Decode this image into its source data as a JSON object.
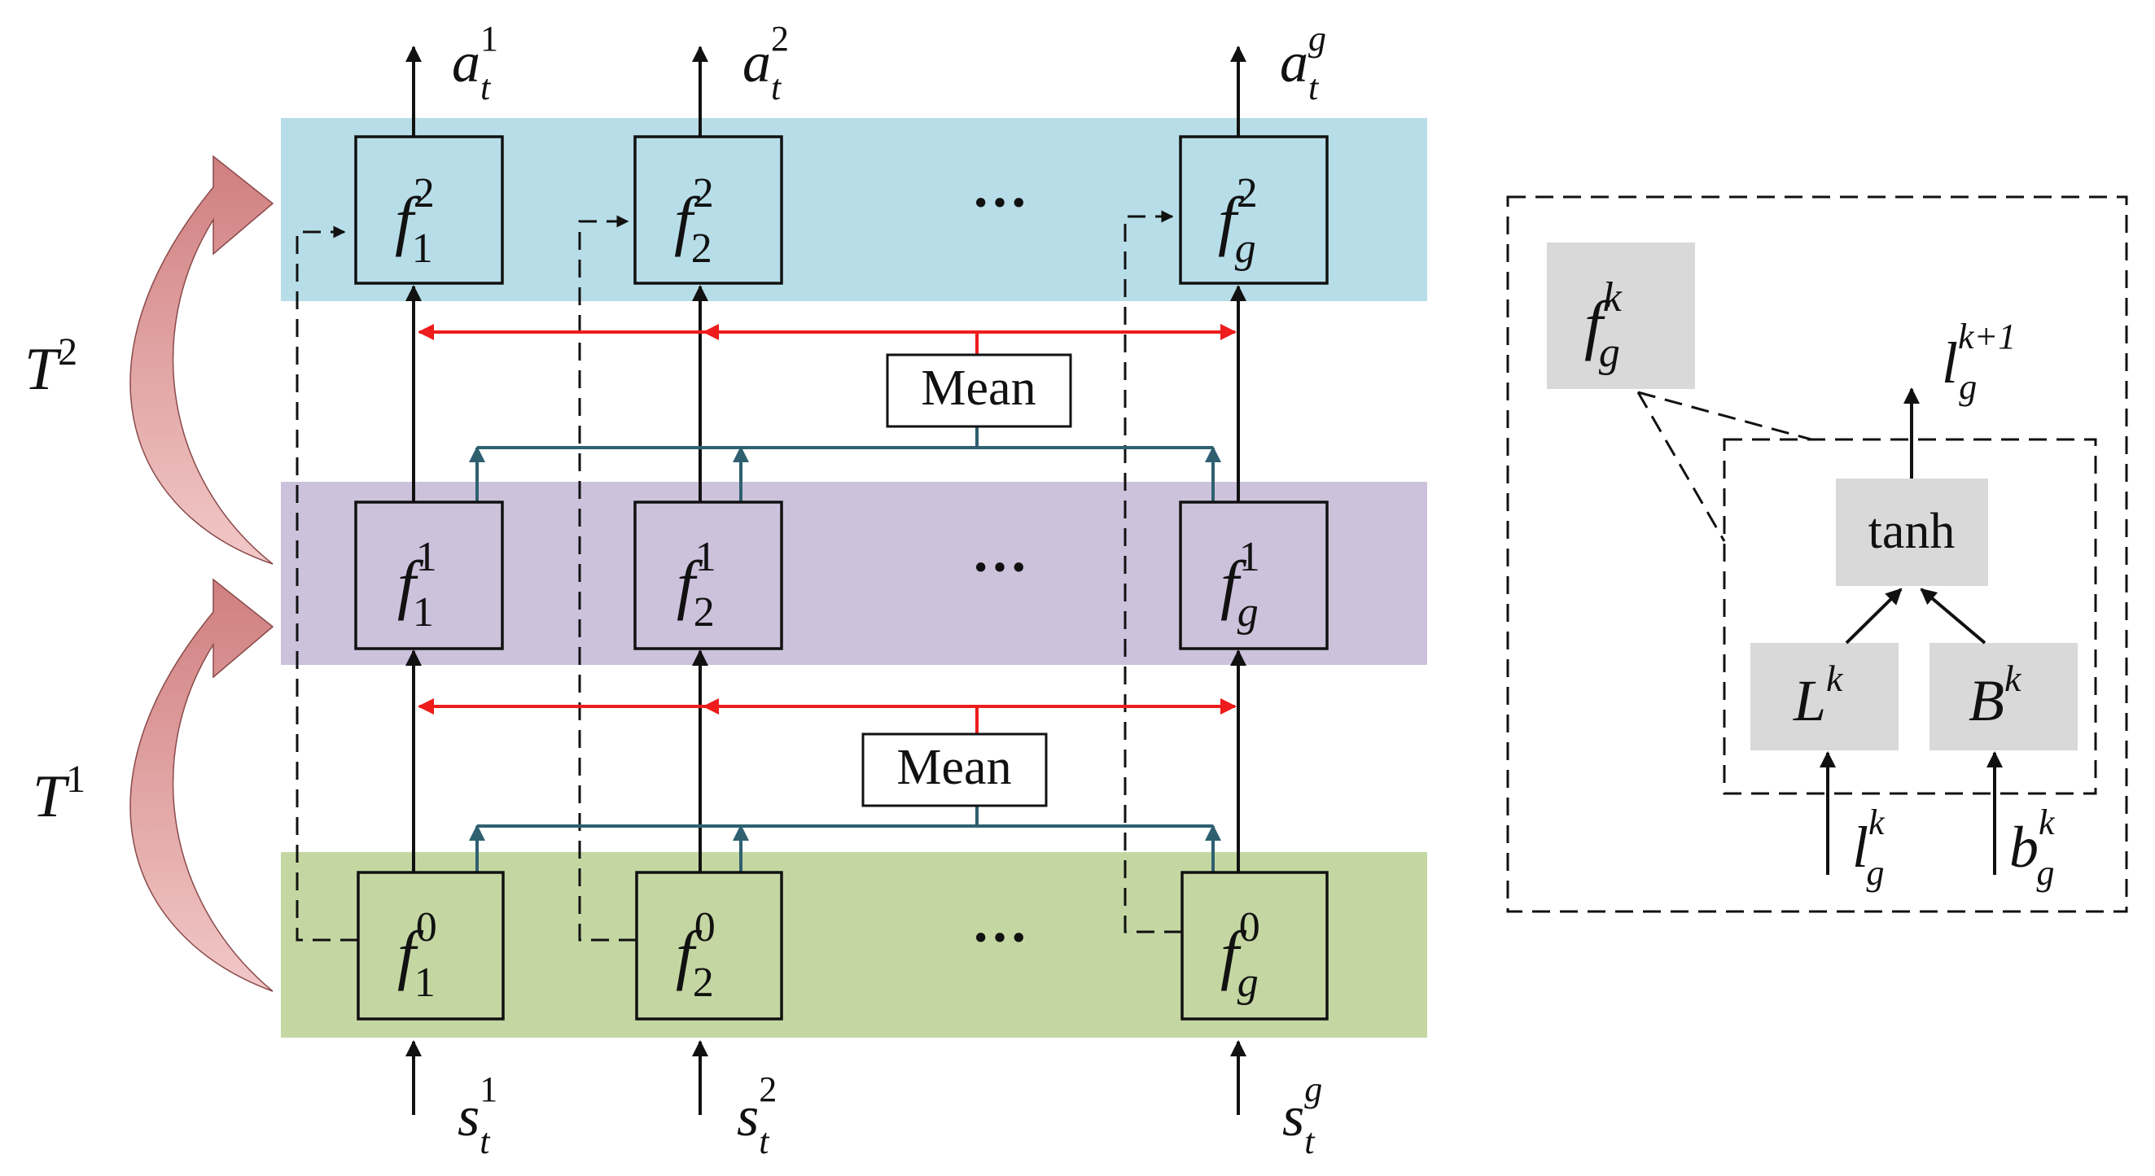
{
  "colors": {
    "layer2_band": "#b7dde8",
    "layer1_band": "#ccc2dc",
    "layer0_band": "#c4d7a2",
    "red_arrows": "#ee1c1c",
    "teal_lines": "#2e6070",
    "transition_arrow": "#d98c8c",
    "detail_box": "#d9d9d9"
  },
  "outputs": [
    {
      "base": "a",
      "sub": "t",
      "sup": "1"
    },
    {
      "base": "a",
      "sub": "t",
      "sup": "2"
    },
    {
      "base": "a",
      "sub": "t",
      "sup": "g"
    }
  ],
  "inputs": [
    {
      "base": "s",
      "sub": "t",
      "sup": "1"
    },
    {
      "base": "s",
      "sub": "t",
      "sup": "2"
    },
    {
      "base": "s",
      "sub": "t",
      "sup": "g"
    }
  ],
  "layers": [
    {
      "name": "layer-2",
      "nodes": [
        {
          "base": "f",
          "sub": "1",
          "sup": "2"
        },
        {
          "base": "f",
          "sub": "2",
          "sup": "2"
        },
        {
          "base": "f",
          "sub": "g",
          "sup": "2"
        }
      ]
    },
    {
      "name": "layer-1",
      "nodes": [
        {
          "base": "f",
          "sub": "1",
          "sup": "1"
        },
        {
          "base": "f",
          "sub": "2",
          "sup": "1"
        },
        {
          "base": "f",
          "sub": "g",
          "sup": "1"
        }
      ]
    },
    {
      "name": "layer-0",
      "nodes": [
        {
          "base": "f",
          "sub": "1",
          "sup": "0"
        },
        {
          "base": "f",
          "sub": "2",
          "sup": "0"
        },
        {
          "base": "f",
          "sub": "g",
          "sup": "0"
        }
      ]
    }
  ],
  "ellipsis": "···",
  "mean_label": "Mean",
  "transitions": [
    {
      "base": "T",
      "sup": "2"
    },
    {
      "base": "T",
      "sup": "1"
    }
  ],
  "detail": {
    "node": {
      "base": "f",
      "sub": "g",
      "sup": "k"
    },
    "output": {
      "base": "l",
      "sub": "g",
      "sup": "k+1"
    },
    "activation": "tanh",
    "left_box": {
      "base": "L",
      "sup": "k"
    },
    "right_box": {
      "base": "B",
      "sup": "k"
    },
    "left_input": {
      "base": "l",
      "sub": "g",
      "sup": "k"
    },
    "right_input": {
      "base": "b",
      "sub": "g",
      "sup": "k"
    }
  }
}
